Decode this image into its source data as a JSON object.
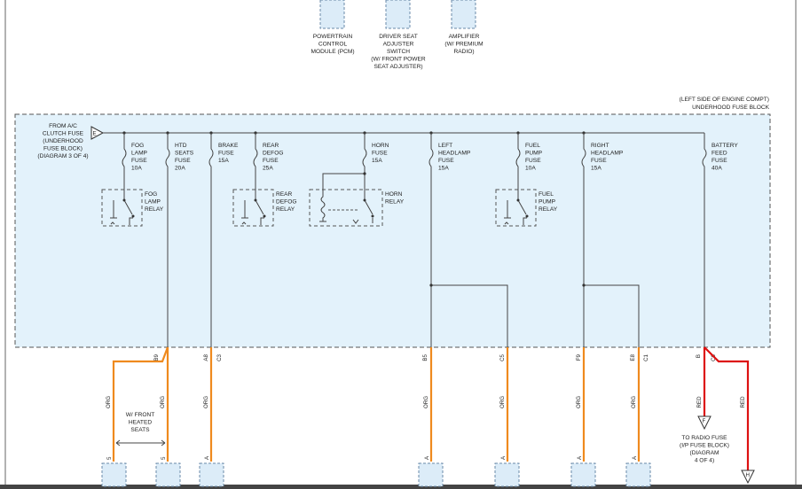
{
  "top_modules": [
    {
      "id": "pcm",
      "label": [
        "POWERTRAIN",
        "CONTROL",
        "MODULE (PCM)"
      ]
    },
    {
      "id": "seat",
      "label": [
        "DRIVER SEAT",
        "ADJUSTER",
        "SWITCH",
        "(W/ FRONT POWER",
        "SEAT ADJUSTER)"
      ]
    },
    {
      "id": "amp",
      "label": [
        "AMPLIFIER",
        "(W/ PREMIUM",
        "RADIO)"
      ]
    }
  ],
  "fuse_block": {
    "location": "(LEFT SIDE OF ENGINE COMPT)",
    "name": "UNDERHOOD FUSE BLOCK",
    "feed_label": [
      "FROM A/C",
      "CLUTCH FUSE",
      "(UNDERHOOD",
      "FUSE BLOCK)",
      "(DIAGRAM 3 OF 4)"
    ],
    "feed_marker": "E",
    "background": "#e3f2fb"
  },
  "fuses": [
    {
      "id": "fog",
      "label": [
        "FOG",
        "LAMP",
        "FUSE",
        "10A"
      ]
    },
    {
      "id": "htd",
      "label": [
        "HTD",
        "SEATS",
        "FUSE",
        "20A"
      ]
    },
    {
      "id": "brake",
      "label": [
        "BRAKE",
        "FUSE",
        "15A"
      ]
    },
    {
      "id": "defog",
      "label": [
        "REAR",
        "DEFOG",
        "FUSE",
        "25A"
      ]
    },
    {
      "id": "horn",
      "label": [
        "HORN",
        "FUSE",
        "15A"
      ]
    },
    {
      "id": "lhead",
      "label": [
        "LEFT",
        "HEADLAMP",
        "FUSE",
        "15A"
      ]
    },
    {
      "id": "fuel",
      "label": [
        "FUEL",
        "PUMP",
        "FUSE",
        "10A"
      ]
    },
    {
      "id": "rhead",
      "label": [
        "RIGHT",
        "HEADLAMP",
        "FUSE",
        "15A"
      ]
    },
    {
      "id": "batt",
      "label": [
        "BATTERY",
        "FEED",
        "FUSE",
        "40A"
      ]
    }
  ],
  "relays": [
    {
      "id": "fog",
      "label": [
        "FOG",
        "LAMP",
        "RELAY"
      ]
    },
    {
      "id": "defog",
      "label": [
        "REAR",
        "DEFOG",
        "RELAY"
      ]
    },
    {
      "id": "horn",
      "label": [
        "HORN",
        "RELAY"
      ]
    },
    {
      "id": "fuel",
      "label": [
        "FUEL",
        "PUMP",
        "RELAY"
      ]
    }
  ],
  "pins": [
    {
      "id": "b9",
      "text": "B9"
    },
    {
      "id": "a8",
      "text": "A8"
    },
    {
      "id": "c3",
      "text": "C3"
    },
    {
      "id": "b5",
      "text": "B5"
    },
    {
      "id": "c5",
      "text": "C5"
    },
    {
      "id": "f9",
      "text": "F9"
    },
    {
      "id": "e8",
      "text": "E8"
    },
    {
      "id": "c1",
      "text": "C1"
    },
    {
      "id": "b",
      "text": "B"
    },
    {
      "id": "c6",
      "text": "C6"
    }
  ],
  "wire_colors": {
    "org": {
      "text": "ORG",
      "hex": "#ef8a1e"
    },
    "red": {
      "text": "RED",
      "hex": "#dd1111"
    }
  },
  "option_label": [
    "W/ FRONT",
    "HEATED",
    "SEATS"
  ],
  "bottom_pins": [
    "5",
    "5",
    "A",
    "A",
    "A",
    "A",
    "A"
  ],
  "radio_fuse": {
    "label": [
      "TO RADIO FUSE",
      "(I/P FUSE BLOCK)",
      "(DIAGRAM",
      "4 OF 4)"
    ],
    "marker": "F"
  },
  "offpage_marker": "H"
}
